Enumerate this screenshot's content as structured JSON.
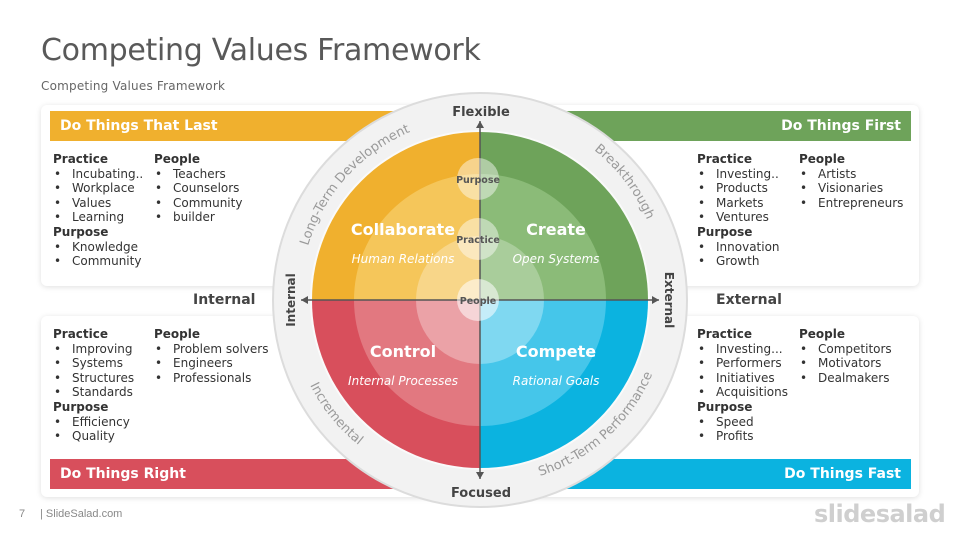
{
  "title": "Competing Values Framework",
  "subtitle": "Competing Values Framework",
  "colors": {
    "yellow": "#f0b02e",
    "green": "#6ea35a",
    "red": "#d84f5c",
    "blue": "#0bb3e0"
  },
  "quadrants": {
    "top_left": {
      "band": "Do Things That Last",
      "cols": [
        {
          "groups": [
            {
              "heading": "Practice",
              "items": [
                "Incubating..",
                "Workplace",
                "Values",
                "Learning"
              ]
            },
            {
              "heading": "Purpose",
              "items": [
                "Knowledge",
                "Community"
              ]
            }
          ]
        },
        {
          "groups": [
            {
              "heading": "People",
              "items": [
                "Teachers",
                "Counselors",
                "Community",
                "builder"
              ]
            }
          ]
        }
      ]
    },
    "top_right": {
      "band": "Do Things First",
      "cols": [
        {
          "groups": [
            {
              "heading": "Practice",
              "items": [
                "Investing..",
                "Products",
                "Markets",
                "Ventures"
              ]
            },
            {
              "heading": "Purpose",
              "items": [
                "Innovation",
                "Growth"
              ]
            }
          ]
        },
        {
          "groups": [
            {
              "heading": "People",
              "items": [
                "Artists",
                "Visionaries",
                "Entrepreneurs"
              ]
            }
          ]
        }
      ]
    },
    "bottom_left": {
      "band": "Do Things Right",
      "cols": [
        {
          "groups": [
            {
              "heading": "Practice",
              "items": [
                "Improving",
                "Systems",
                "Structures",
                "Standards"
              ]
            },
            {
              "heading": "Purpose",
              "items": [
                "Efficiency",
                "Quality"
              ]
            }
          ]
        },
        {
          "groups": [
            {
              "heading": "People",
              "items": [
                "Problem solvers",
                "Engineers",
                "Professionals"
              ]
            }
          ]
        }
      ]
    },
    "bottom_right": {
      "band": "Do Things Fast",
      "cols": [
        {
          "groups": [
            {
              "heading": "Practice",
              "items": [
                "Investing...",
                "Performers",
                "Initiatives",
                "Acquisitions"
              ]
            },
            {
              "heading": "Purpose",
              "items": [
                "Speed",
                "Profits"
              ]
            }
          ]
        },
        {
          "groups": [
            {
              "heading": "People",
              "items": [
                "Competitors",
                "Motivators",
                "Dealmakers"
              ]
            }
          ]
        }
      ]
    }
  },
  "side_labels": {
    "internal": "Internal",
    "external": "External"
  },
  "wheel": {
    "axes": {
      "top": "Flexible",
      "bottom": "Focused",
      "left": "Internal",
      "right": "External"
    },
    "ring": {
      "tl": "Long-Term Development",
      "tr": "Breakthrough",
      "bl": "Incremental",
      "br": "Short-Term Performance"
    },
    "quadrants": {
      "tl": {
        "title": "Collaborate",
        "sub": "Human Relations"
      },
      "tr": {
        "title": "Create",
        "sub": "Open Systems"
      },
      "bl": {
        "title": "Control",
        "sub": "Internal Processes"
      },
      "br": {
        "title": "Compete",
        "sub": "Rational Goals"
      }
    },
    "circles": [
      "Purpose",
      "Practice",
      "People"
    ]
  },
  "footer": {
    "page": "7",
    "site": "| SlideSalad.com",
    "logo": "slidesalad"
  }
}
